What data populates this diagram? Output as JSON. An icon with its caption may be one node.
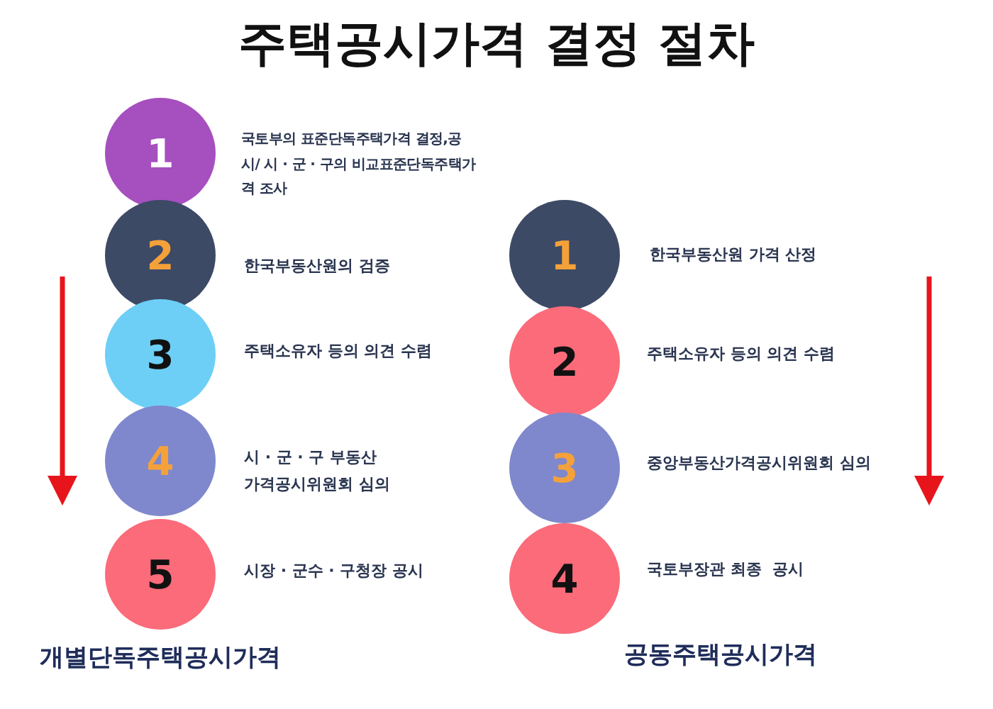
{
  "diagram": {
    "title": "주택공시가격 결정 절차",
    "nodes": [
      {
        "text": [
          "1"
        ],
        "beside": [
          "국토부의 표준단독주택가격 결정,공시/ 시 · 군 · 구의 비교표준단독주택가격 조사"
        ]
      },
      {
        "text": [
          "2"
        ],
        "beside": [
          "한국부동산원의 검증"
        ]
      },
      {
        "text": [
          "3"
        ],
        "beside": [
          "주택소유자 등의 의견 수렴"
        ]
      },
      {
        "text": [
          "4"
        ],
        "beside": [
          "시 · 군 · 구 부동산 가격공시위원회 심의"
        ]
      },
      {
        "text": [
          "5"
        ],
        "beside": [
          "시장 · 군수 · 구청장 공시"
        ]
      },
      {
        "text": [
          "1"
        ],
        "beside": [
          "한국부동산원 가격 산정"
        ]
      },
      {
        "text": [
          "2"
        ],
        "beside": [
          "주택소유자 등의 의견 수렴"
        ]
      },
      {
        "text": [
          "3"
        ],
        "beside": [
          "중앙부동산가격공시위원회 심의"
        ]
      },
      {
        "text": [
          "4"
        ],
        "beside": [
          "국토부장관 최종  공시"
        ]
      }
    ],
    "labels": [
      "개별단독주택공시가격",
      "공동주택공시가격"
    ]
  }
}
